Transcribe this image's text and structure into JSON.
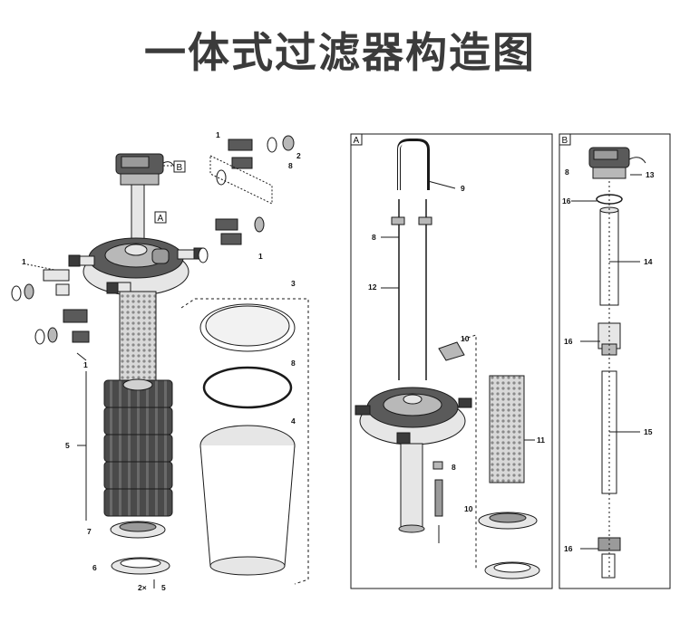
{
  "title": "一体式过滤器构造图",
  "panels": {
    "a_tag": "A",
    "b_tag": "B"
  },
  "callouts": {
    "main": {
      "l1_top": "1",
      "l8_top": "8",
      "l2_top": "2",
      "l1_left": "1",
      "l1_left_low": "1",
      "l1_right": "1",
      "b_ref": "B",
      "a_ref": "A",
      "l3": "3",
      "l8_mid": "8",
      "l4": "4",
      "l5": "5",
      "l7": "7",
      "l6": "6",
      "l2x": "2×",
      "l5_small": "5"
    },
    "panel_a": {
      "l9": "9",
      "l8": "8",
      "l12": "12",
      "l10_top": "10",
      "l11": "11",
      "l8_low": "8",
      "l10_low": "10"
    },
    "panel_b": {
      "l8": "8",
      "l13": "13",
      "l16_top": "16",
      "l14": "14",
      "l16_mid": "16",
      "l15": "15",
      "l16_low": "16"
    }
  },
  "colors": {
    "outline": "#1a1a1a",
    "fill_light": "#e6e6e6",
    "fill_mid": "#b8b8b8",
    "fill_dark": "#5a5a5a",
    "title": "#3b3b3b"
  }
}
